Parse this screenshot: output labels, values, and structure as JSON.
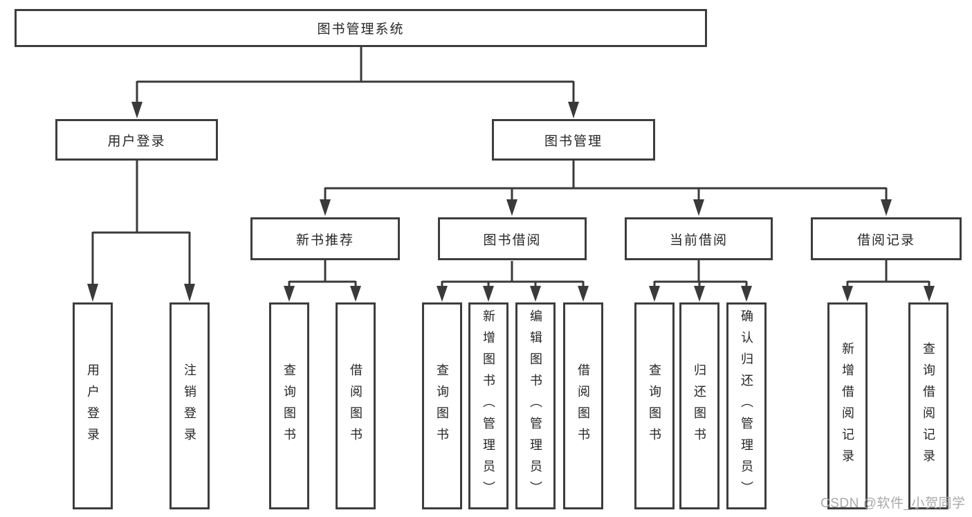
{
  "tree": {
    "label": "图书管理系统",
    "children": [
      {
        "label": "用户登录",
        "children": [
          {
            "label": "用户登录"
          },
          {
            "label": "注销登录"
          }
        ]
      },
      {
        "label": "图书管理",
        "children": [
          {
            "label": "新书推荐",
            "children": [
              {
                "label": "查询图书"
              },
              {
                "label": "借阅图书"
              }
            ]
          },
          {
            "label": "图书借阅",
            "children": [
              {
                "label": "查询图书"
              },
              {
                "label": "新增图书（管理员）"
              },
              {
                "label": "编辑图书（管理员）"
              },
              {
                "label": "借阅图书"
              }
            ]
          },
          {
            "label": "当前借阅",
            "children": [
              {
                "label": "查询图书"
              },
              {
                "label": "归还图书"
              },
              {
                "label": "确认归还（管理员）"
              }
            ]
          },
          {
            "label": "借阅记录",
            "children": [
              {
                "label": "新增借阅记录"
              },
              {
                "label": "查询借阅记录"
              }
            ]
          }
        ]
      }
    ]
  },
  "watermark": "CSDN @软件_小贺同学",
  "colors": {
    "line": "#3a3a3a",
    "border": "#3d3d3d",
    "text": "#262626",
    "watermark": "#a9a9a9",
    "background": "#ffffff"
  }
}
